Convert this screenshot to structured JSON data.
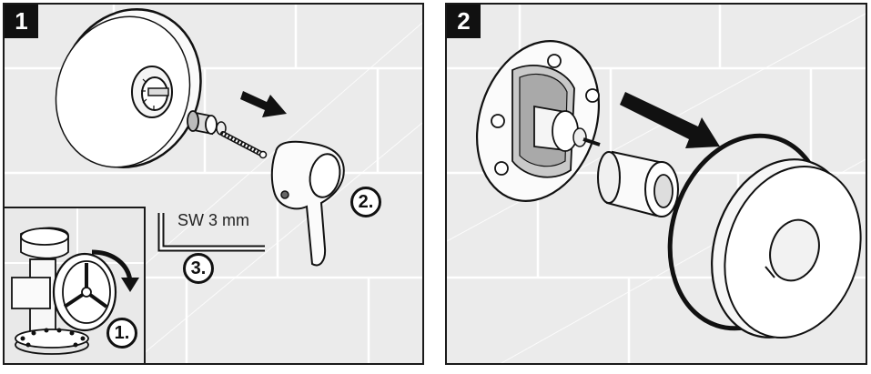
{
  "panels": [
    {
      "number": "1",
      "badges": {
        "step1": "1.",
        "step2": "2.",
        "step3": "3."
      },
      "tool_label": "SW 3 mm"
    },
    {
      "number": "2"
    }
  ]
}
